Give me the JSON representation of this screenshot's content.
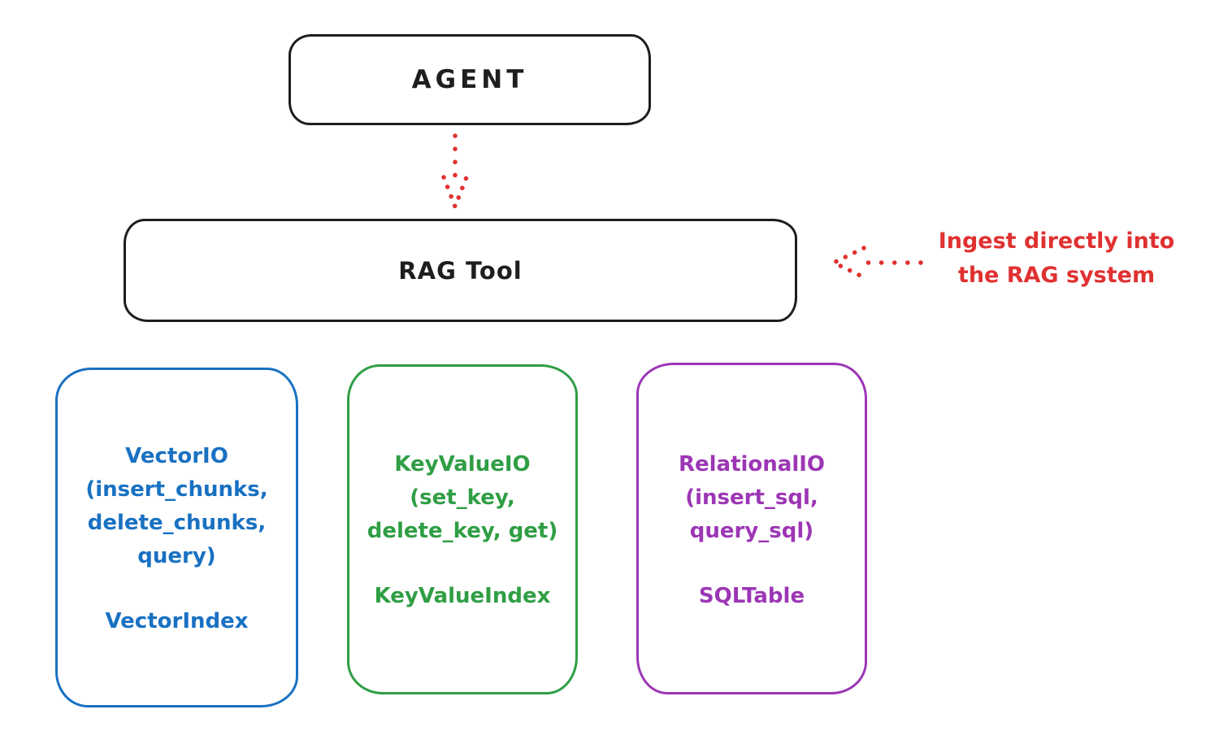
{
  "colors": {
    "background": "#ffffff",
    "ink": "#1e1e1e",
    "red": "#e03131",
    "blue": "#1971c2",
    "green": "#2f9e44",
    "purple": "#9c36b5"
  },
  "diagram": {
    "agent": {
      "label": "AGENT"
    },
    "rag_tool": {
      "label": "RAG Tool"
    },
    "annotation": {
      "line1": "Ingest directly into",
      "line2": "the RAG system"
    },
    "arrows": [
      {
        "name": "agent-to-rag-tool",
        "style": "dotted",
        "color": "#e03131"
      },
      {
        "name": "ingest-into-rag-tool",
        "style": "dotted",
        "color": "#e03131"
      }
    ],
    "backends": [
      {
        "io_block": "VectorIO\n(insert_chunks,\ndelete_chunks,\nquery)",
        "index_label": "VectorIndex",
        "color": "#1971c2"
      },
      {
        "io_block": "KeyValueIO\n(set_key,\ndelete_key, get)",
        "index_label": "KeyValueIndex",
        "color": "#2f9e44"
      },
      {
        "io_block": "RelationalIO\n(insert_sql,\nquery_sql)",
        "index_label": "SQLTable",
        "color": "#9c36b5"
      }
    ]
  }
}
